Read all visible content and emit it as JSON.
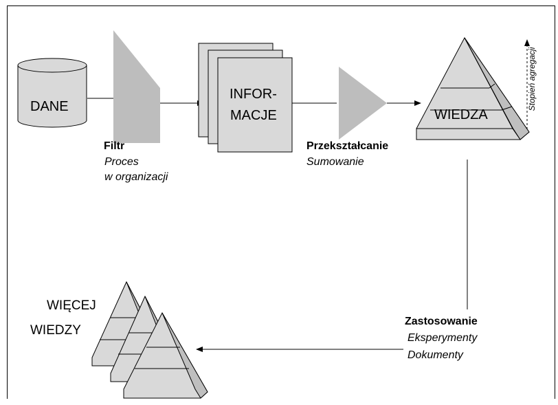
{
  "labels": {
    "dane": "DANE",
    "informacje_line1": "INFOR-",
    "informacje_line2": "MACJE",
    "wiedza": "WIEDZA",
    "wiecej_line1": "WIĘCEJ",
    "wiecej_line2": "WIEDZY",
    "filtr_title": "Filtr",
    "filtr_sub1": "Proces",
    "filtr_sub2": "w organizacji",
    "przeksztalcanie_title": "Przekształcanie",
    "przeksztalcanie_sub": "Sumowanie",
    "zastosowanie_title": "Zastosowanie",
    "zastosowanie_sub1": "Eksperymenty",
    "zastosowanie_sub2": "Dokumenty",
    "stopien_agregacji": "Stopień agregacji"
  },
  "colors": {
    "shape_fill": "#d9d9d9",
    "shape_dark": "#b3b3b3",
    "filter_fill": "#bdbdbd",
    "stroke": "#000000"
  }
}
